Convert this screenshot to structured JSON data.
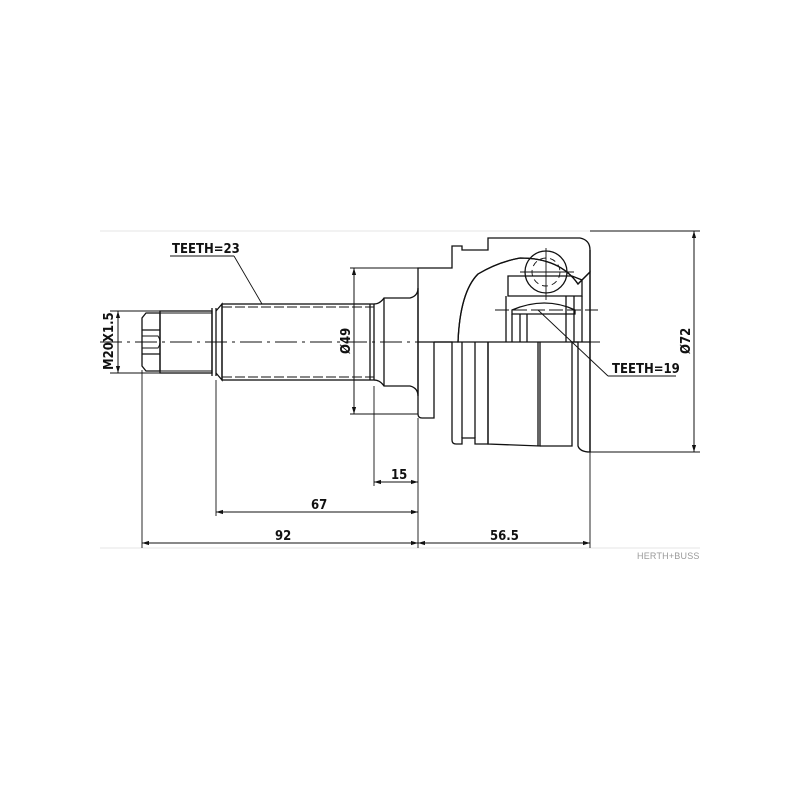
{
  "drawing": {
    "title": "CV joint technical drawing",
    "annotations": {
      "shaft_teeth": "TEETH=23",
      "inner_teeth": "TEETH=19",
      "thread": "M20X1.5",
      "shaft_diameter": "Ø49",
      "outer_diameter": "Ø72"
    },
    "dimensions": {
      "d15": "15",
      "d67": "67",
      "d92": "92",
      "d56_5": "56.5"
    },
    "brand": "HERTH+BUSS",
    "colors": {
      "line": "#111111",
      "background": "#ffffff",
      "brand": "#9a9a9a"
    }
  }
}
